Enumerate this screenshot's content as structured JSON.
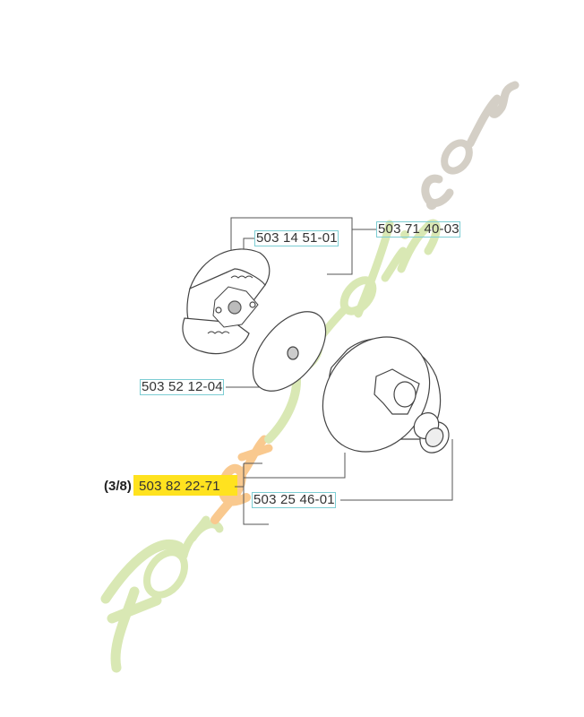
{
  "diagram": {
    "title": "Clutch assembly parts diagram",
    "watermark": {
      "text": "foretjardin.com",
      "colors": {
        "green": "#d9e8b4",
        "orange": "#f9c98f",
        "grey": "#d4cfc6"
      }
    },
    "highlight_color": "#ffe21f",
    "box_color": "#7ccdd3",
    "parts": [
      {
        "id": "kit",
        "number": "503 71 40-03",
        "description": "clutch assembly kit"
      },
      {
        "id": "clutch-shoes",
        "number": "503 14 51-01",
        "description": "clutch shoes with springs"
      },
      {
        "id": "washer",
        "number": "503 52 12-04",
        "description": "washer"
      },
      {
        "id": "drum",
        "prefix": "(3/8)",
        "number": "503 82 22-71",
        "description": "clutch drum with sprocket",
        "highlighted": true
      },
      {
        "id": "needle-bearing",
        "number": "503 25 46-01",
        "description": "needle bearing"
      }
    ]
  }
}
